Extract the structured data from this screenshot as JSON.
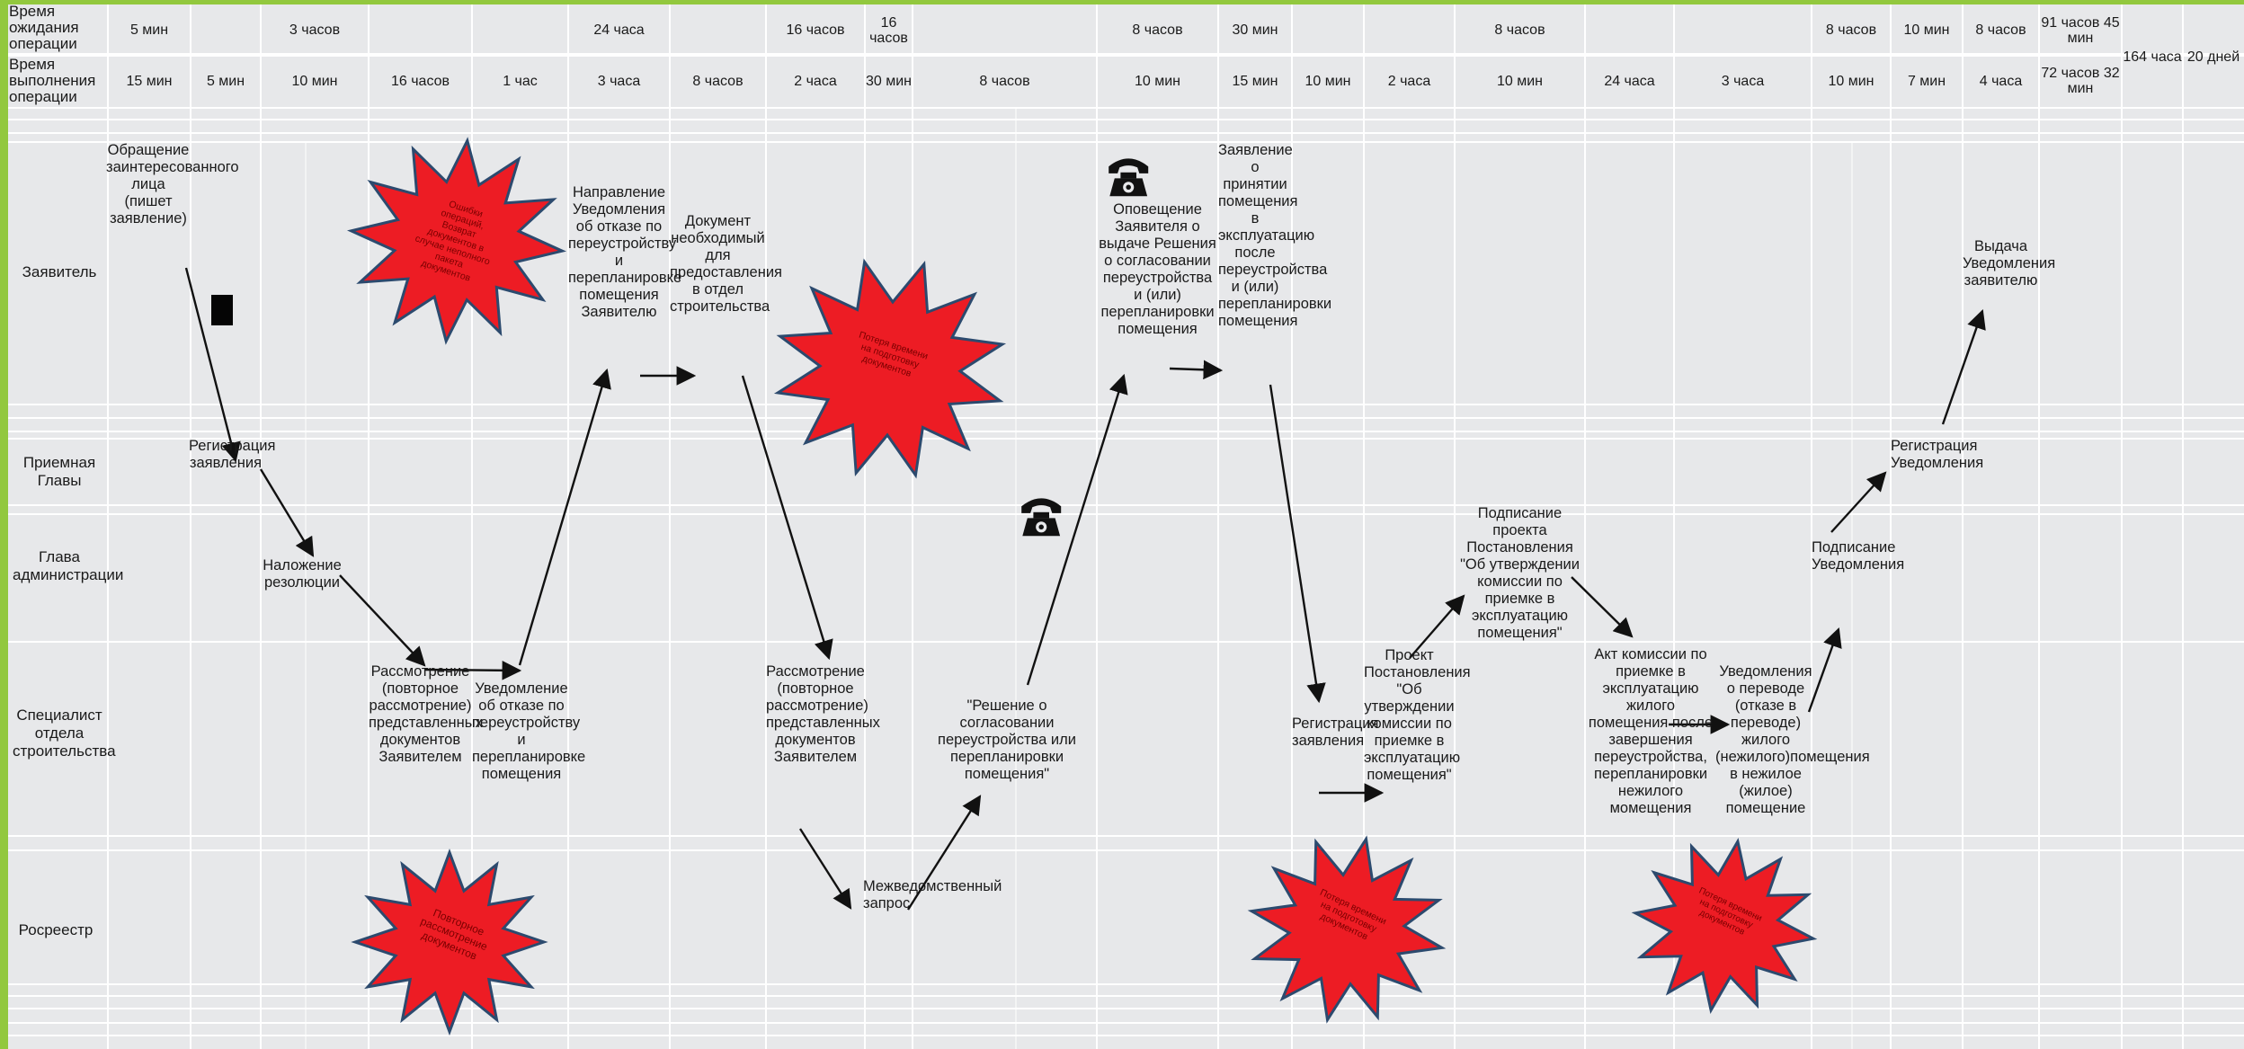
{
  "header": {
    "wait_label": "Время ожидания операции",
    "exec_label": "Время выполнения операции",
    "wait": [
      "5 мин",
      "3 часов",
      "24  часа",
      "16 часов",
      "16 часов",
      "8 часов",
      "30 мин",
      "8 часов",
      "8 часов",
      "10 мин",
      "8 часов",
      "91 часов 45 мин"
    ],
    "exec": [
      "15 мин",
      "5 мин",
      "10 мин",
      "16 часов",
      "1 час",
      "3 часа",
      "8 часов",
      "2 часа",
      "30 мин",
      "8 часов",
      "10 мин",
      "15 мин",
      "10 мин",
      "2 часа",
      "10 мин",
      "24 часа",
      "3 часа",
      "10 мин",
      "7 мин",
      "4 часа",
      "72 часов 32 мин"
    ],
    "total_hours": "164 часа",
    "total_days": "20 дней"
  },
  "lanes": [
    "Заявитель",
    "Приемная Главы",
    "Глава администрации",
    "Специалист отдела строительства",
    "Росреестр"
  ],
  "steps": {
    "appeal": "Обращение заинтересованного лица (пишет заявление)",
    "registration1": "Регистрация заявления",
    "resolution": "Наложение резолюции",
    "review1": "Рассмотрение (повторное рассмотрение) представленных документов Заявителем",
    "refusal_notice": "Уведомление об отказе по переустройству и перепланировке помещения",
    "refusal_sent": "Направление Уведомления об отказе по переустройству и перепланировке помещения Заявителю",
    "docs_submit": "Документ необходимый для предоставления в отдел строительства",
    "review2": "Рассмотрение (повторное рассмотрение) представленных документов Заявителем",
    "interagency": "Межведомственный запрос",
    "decision": "\"Решение о согласовании переустройства или перепланировки помещения\"",
    "notify": "Оповещение Заявителя  о выдаче Решения о согласовании переустройства и (или) перепланировки помещения",
    "acceptance_app": "Заявление о принятии помещения в эксплуатацию после переустройства и (или) перепланировки помещения",
    "registration2": "Регистрация заявления",
    "draft_resolution": "Проект Постановления \"Об утверждении комиссии по приемке в эксплуатацию помещения\"",
    "signing_resolution": "Подписание проекта Постановления \"Об утверждении комиссии по приемке в эксплуатацию помещения\"",
    "commission_act": "Акт  комиссии по приемке в эксплуатацию жилого помещения после завершения переустройства, перепланировки нежилого момещения",
    "transfer_notice": "Уведомления о переводе (отказе в переводе) жилого (нежилого)помещения в нежилое (жилое) помещение",
    "sign_notice": "Подписание Уведомления",
    "register_notice": "Регистрация Уведомления",
    "issue_notice": "Выдача Уведомления заявителю"
  },
  "bursts": {
    "b1": "Ошибки операций, Возврат документов в случае неполного пакета документов",
    "b2": "Потеря времени на подготовку документов",
    "b3": "Повторное рассмотрение документов",
    "b4": "Потеря времени на подготовку документов",
    "b5": "Потеря времени на подготовку документов"
  },
  "icons": {
    "phone": "telephone-icon",
    "marker": "black-square-marker"
  },
  "colors": {
    "background": "#e7e8ea",
    "grid": "#ffffff",
    "accent_bar": "#92c83e",
    "burst_fill": "#ed1c24",
    "burst_stroke": "#2c4a6e"
  }
}
